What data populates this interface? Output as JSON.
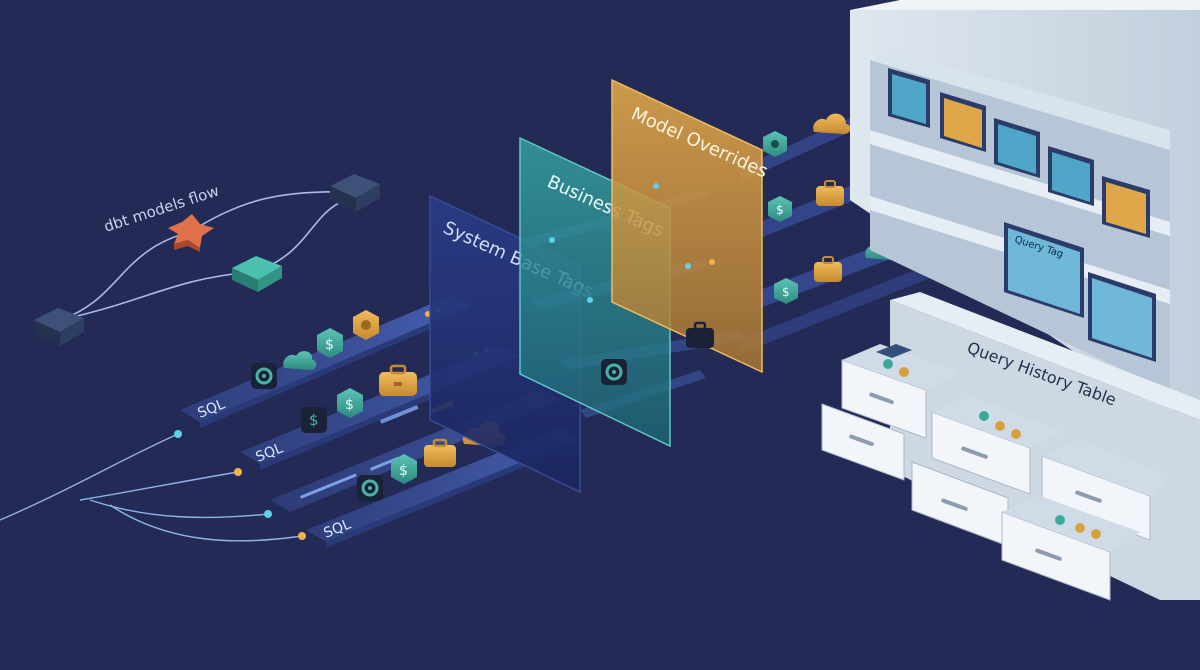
{
  "flow": {
    "label": "dbt models flow"
  },
  "panels": {
    "system": "System Base Tags",
    "business": "Business Tags",
    "overrides": "Model Overrides"
  },
  "lanes": {
    "top": "SQL",
    "middle": "SQL",
    "bottom": "SQL"
  },
  "storage": {
    "query_tag_card": "Query Tag",
    "history_table": "Query History Table"
  },
  "colors": {
    "background": "#222a55",
    "system_panel": "#1f2d66",
    "business_panel": "#2b8c8a",
    "overrides_panel": "#d79a3c",
    "teal_icon": "#3ea89a",
    "gold_icon": "#d9a040",
    "flow_node_orange": "#e0704a",
    "cabinet": "#e4ebf2"
  },
  "icons": [
    "gear-icon",
    "cloud-icon",
    "dollar-icon",
    "briefcase-icon",
    "table-icon"
  ]
}
